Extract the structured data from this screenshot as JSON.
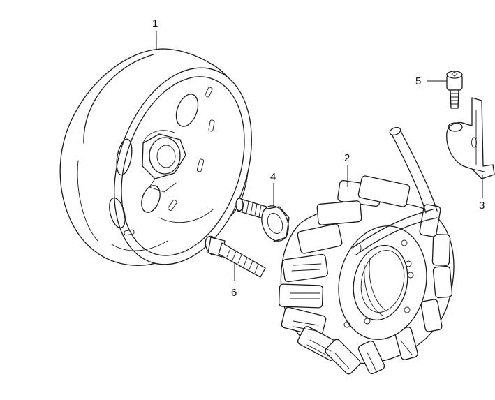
{
  "callouts": {
    "p1": "1",
    "p2": "2",
    "p3": "3",
    "p4": "4",
    "p5": "5",
    "p6": "6"
  },
  "colors": {
    "line": "#1a1a1a",
    "background": "#ffffff"
  }
}
